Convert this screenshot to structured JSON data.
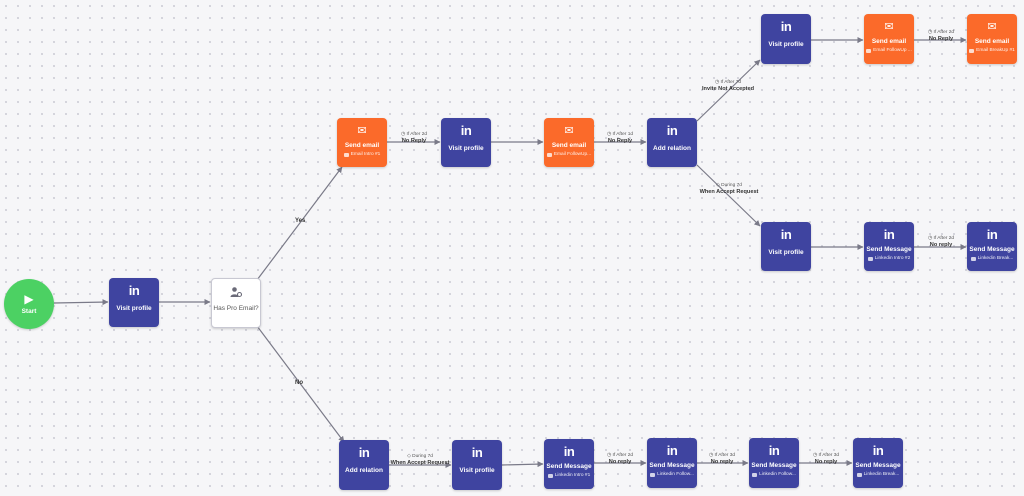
{
  "nodes": {
    "start": {
      "title": "Start",
      "icon": "play-icon"
    },
    "visit1": {
      "title": "Visit profile",
      "icon": "linkedin-icon"
    },
    "cond": {
      "title": "Has Pro Email?",
      "icon": "user-settings-icon"
    },
    "email1": {
      "title": "Send email",
      "sub": "Email Intro #1",
      "icon": "mail-icon"
    },
    "visit2": {
      "title": "Visit profile",
      "icon": "linkedin-icon"
    },
    "email2": {
      "title": "Send email",
      "sub": "Email FollowUp...",
      "icon": "mail-icon"
    },
    "addrel1": {
      "title": "Add relation",
      "icon": "linkedin-icon"
    },
    "visit3": {
      "title": "Visit profile",
      "icon": "linkedin-icon"
    },
    "email3": {
      "title": "Send email",
      "sub": "Email FollowUp ...",
      "icon": "mail-icon"
    },
    "email4": {
      "title": "Send email",
      "sub": "Email BreakUp #1",
      "icon": "mail-icon"
    },
    "visit4": {
      "title": "Visit profile",
      "icon": "linkedin-icon"
    },
    "msg1": {
      "title": "Send Message",
      "sub": "Linkedin Intro #2",
      "icon": "linkedin-icon"
    },
    "msg2": {
      "title": "Send Message",
      "sub": "Linkedin Break...",
      "icon": "linkedin-icon"
    },
    "addrel2": {
      "title": "Add relation",
      "icon": "linkedin-icon"
    },
    "visit5": {
      "title": "Visit profile",
      "icon": "linkedin-icon"
    },
    "msg3": {
      "title": "Send Message",
      "sub": "Linkedin Intro #1",
      "icon": "linkedin-icon"
    },
    "msg4": {
      "title": "Send Message",
      "sub": "Linkedin Follow...",
      "icon": "linkedin-icon"
    },
    "msg5": {
      "title": "Send Message",
      "sub": "Linkedin Follow...",
      "icon": "linkedin-icon"
    },
    "msg6": {
      "title": "Send Message",
      "sub": "Linkedin Break...",
      "icon": "linkedin-icon"
    }
  },
  "branches": {
    "yes": "Yes",
    "no": "No"
  },
  "edges": {
    "e1": {
      "cond": "If After 2d",
      "label": "No Reply"
    },
    "e2": {
      "cond": "If After 1d",
      "label": "No Reply"
    },
    "e3": {
      "cond": "If After 7d",
      "label": "Invite Not Accepted"
    },
    "e4": {
      "cond": "During 7d",
      "label": "When Accept Request"
    },
    "e5": {
      "cond": "If After 2d",
      "label": "No Reply"
    },
    "e6": {
      "cond": "If After 2d",
      "label": "No reply"
    },
    "e7": {
      "cond": "During 7d",
      "label": "When Accept Request"
    },
    "e8": {
      "cond": "If After 2d",
      "label": "No reply"
    },
    "e9": {
      "cond": "If After 3d",
      "label": "No reply"
    },
    "e10": {
      "cond": "If After 3d",
      "label": "No reply"
    }
  },
  "colors": {
    "linkedin": "#3f44a0",
    "email": "#fb6a2a",
    "start": "#4cd163",
    "condition": "#ffffff",
    "edge": "#7a7a88"
  }
}
